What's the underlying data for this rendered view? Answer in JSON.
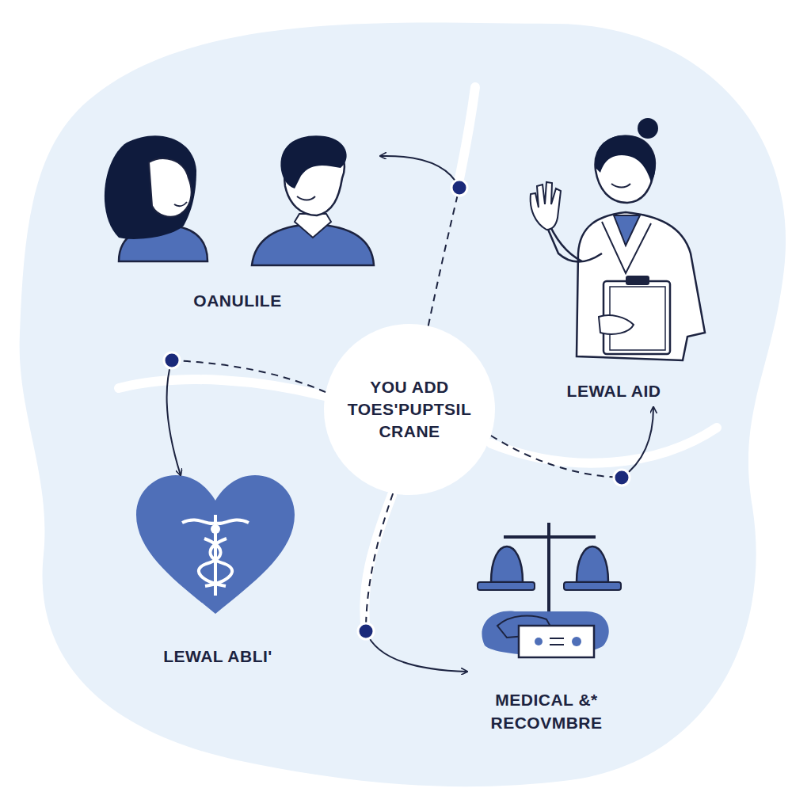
{
  "diagram": {
    "nodes": [
      {
        "text": [
          "OANULILE"
        ]
      },
      {
        "text": [
          "LEWAL AID"
        ]
      },
      {
        "text": [
          "YOU ADD TOES'PUPTSIL CRANE"
        ]
      },
      {
        "text": [
          "LEWAL ABLI'"
        ]
      },
      {
        "text": [
          "MEDICAL &* RECOVMBRE"
        ]
      }
    ],
    "edges": [
      {
        "from": 2,
        "to": 0,
        "arrow": "to"
      },
      {
        "from": 2,
        "to": 1,
        "arrow": "to"
      },
      {
        "from": 2,
        "to": 3,
        "arrow": "to"
      },
      {
        "from": 2,
        "to": 4,
        "arrow": "to"
      }
    ]
  }
}
